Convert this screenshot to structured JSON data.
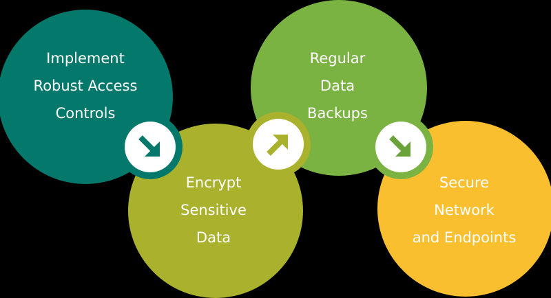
{
  "steps": [
    {
      "lines": [
        "Implement",
        "Robust Access",
        "Controls"
      ],
      "color": "#03786b"
    },
    {
      "lines": [
        "Encrypt",
        "Sensitive",
        "Data"
      ],
      "color": "#a9b12d"
    },
    {
      "lines": [
        "Regular",
        "Data",
        "Backups"
      ],
      "color": "#7ab342"
    },
    {
      "lines": [
        "Secure",
        "Network",
        "and Endpoints"
      ],
      "color": "#f9bf2f"
    }
  ],
  "connectors": [
    {
      "direction": "down-right",
      "icon": "arrow-down-right-icon",
      "ring_color": "#03786b",
      "arrow_color": "#03786b"
    },
    {
      "direction": "up-right",
      "icon": "arrow-up-right-icon",
      "ring_color": "#a9b12d",
      "arrow_color": "#a9b12d"
    },
    {
      "direction": "down-right",
      "icon": "arrow-down-right-icon",
      "ring_color": "#7ab342",
      "arrow_color": "#6aa33a"
    }
  ]
}
